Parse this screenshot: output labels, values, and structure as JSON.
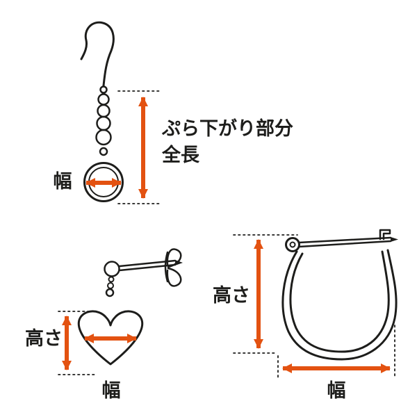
{
  "colors": {
    "arrow": "#e35211",
    "line": "#1d1d1b",
    "background": "#ffffff"
  },
  "diagrams": {
    "hook_earring": {
      "length_label_line1": "ぷら下がり部分",
      "length_label_line2": "全長",
      "width_label": "幅"
    },
    "stud_heart_earring": {
      "height_label": "高さ",
      "width_label": "幅"
    },
    "hoop_earring": {
      "height_label": "高さ",
      "width_label": "幅"
    }
  }
}
